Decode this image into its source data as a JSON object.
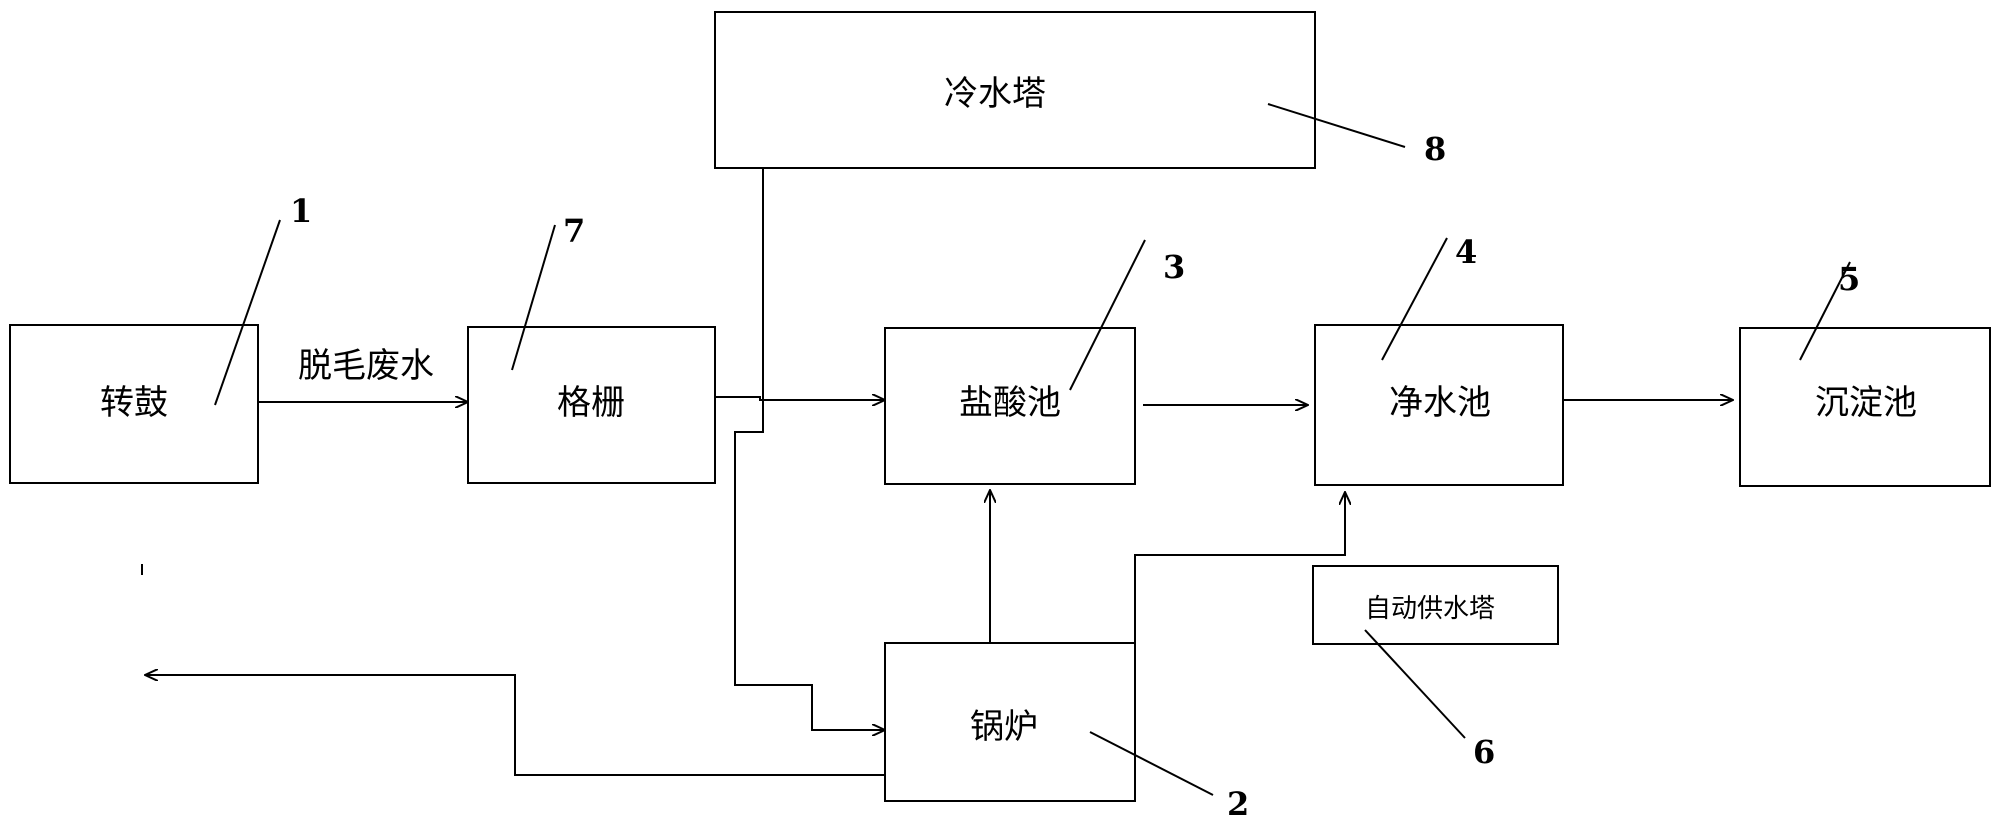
{
  "boxes": {
    "drum": "转鼓",
    "grille": "格栅",
    "acid_pool": "盐酸池",
    "clean_pool": "净水池",
    "sediment_pool": "沉淀池",
    "cooling_tower": "冷水塔",
    "boiler": "锅炉",
    "auto_water_tower": "自动供水塔"
  },
  "edge_labels": {
    "drum_to_grille": "脱毛废水"
  },
  "callouts": {
    "drum": "1",
    "boiler": "2",
    "acid_pool": "3",
    "clean_pool": "4",
    "sediment_pool": "5",
    "auto_water_tower": "6",
    "grille": "7",
    "cooling_tower": "8"
  }
}
